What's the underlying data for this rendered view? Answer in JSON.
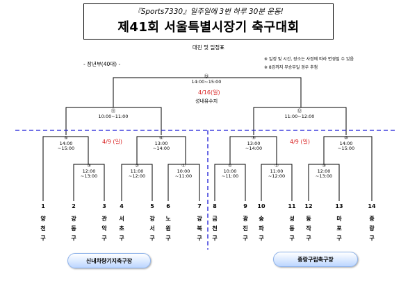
{
  "header": {
    "slogan": "『Sports7330』일주일에 3번 하루 30분 운동!",
    "title": "제41회 서울특별시장기 축구대회",
    "subtitle": "대진 및 일정표",
    "notes": [
      "※ 일정 및 시간, 장소는 사정에 따라 변경될 수 있음",
      "※ 8강까지 무승부일 경우 추첨"
    ],
    "division": "- 장년부(40대) -"
  },
  "final": {
    "no": "⑬",
    "time": "14:00~15:00",
    "date": "4/16(일)",
    "venue": "성내유수지"
  },
  "semis": [
    {
      "no": "⑪",
      "time": "10:00~11:00"
    },
    {
      "no": "⑫",
      "time": "11:00~12:00"
    }
  ],
  "dates": {
    "round1": "4/9 (일)",
    "round2": "4/9 (일)"
  },
  "qf": [
    {
      "no": "⑤",
      "time1": "14:00",
      "time2": "~15:00"
    },
    {
      "no": "⑥",
      "time1": "13:00",
      "time2": "~14:00"
    },
    {
      "no": "⑨",
      "time1": "13:00",
      "time2": "~14:00"
    },
    {
      "no": "⑩",
      "time1": "14:00",
      "time2": "~15:00"
    }
  ],
  "r1": [
    {
      "no": "③",
      "time1": "12:00",
      "time2": "~13:00"
    },
    {
      "no": "②",
      "time1": "11:00",
      "time2": "~12:00"
    },
    {
      "no": "①",
      "time1": "10:00",
      "time2": "~11:00"
    },
    {
      "no": "①",
      "time1": "10:00",
      "time2": "~11:00"
    },
    {
      "no": "②",
      "time1": "11:00",
      "time2": "~12:00"
    },
    {
      "no": "③",
      "time1": "12:00",
      "time2": "~13:00"
    }
  ],
  "teams": [
    {
      "num": "1",
      "chars": [
        "양",
        "천",
        "구"
      ]
    },
    {
      "num": "2",
      "chars": [
        "강",
        "동",
        "구"
      ]
    },
    {
      "num": "3",
      "chars": [
        "관",
        "악",
        "구"
      ]
    },
    {
      "num": "4",
      "chars": [
        "서",
        "초",
        "구"
      ]
    },
    {
      "num": "5",
      "chars": [
        "강",
        "서",
        "구"
      ]
    },
    {
      "num": "6",
      "chars": [
        "노",
        "원",
        "구"
      ]
    },
    {
      "num": "7",
      "chars": [
        "강",
        "북",
        "구"
      ]
    },
    {
      "num": "8",
      "chars": [
        "금",
        "천",
        "구"
      ]
    },
    {
      "num": "9",
      "chars": [
        "광",
        "진",
        "구"
      ]
    },
    {
      "num": "10",
      "chars": [
        "송",
        "파",
        "구"
      ]
    },
    {
      "num": "11",
      "chars": [
        "성",
        "동",
        "구"
      ]
    },
    {
      "num": "12",
      "chars": [
        "동",
        "작",
        "구"
      ]
    },
    {
      "num": "13",
      "chars": [
        "마",
        "포",
        "구"
      ]
    },
    {
      "num": "14",
      "chars": [
        "중",
        "랑",
        "구"
      ]
    }
  ],
  "venues": [
    "신내차량기지축구장",
    "중랑구립축구장"
  ]
}
